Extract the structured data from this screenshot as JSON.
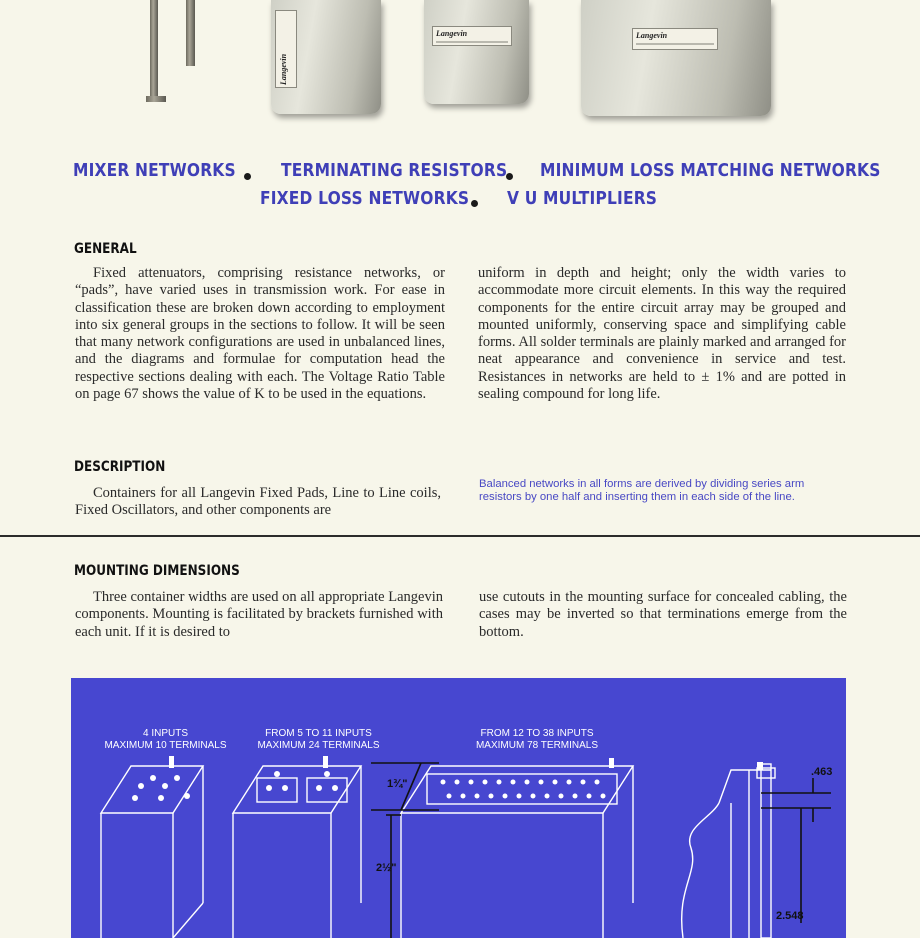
{
  "headline": {
    "items_row1": [
      "MIXER NETWORKS",
      "TERMINATING RESISTORS",
      "MINIMUM LOSS MATCHING NETWORKS"
    ],
    "items_row2": [
      "FIXED LOSS NETWORKS",
      "V U MULTIPLIERS"
    ]
  },
  "photos": {
    "brand": "Langevin"
  },
  "general": {
    "title": "GENERAL",
    "left_text": "Fixed attenuators, comprising resistance networks, or “pads”, have varied uses in transmission work. For ease in classification these are broken down according to employment into six general groups in the sections to follow. It will be seen that many network configurations are used in unbalanced lines, and the diagrams and formulae for computation head the respective sections dealing with each. The Voltage Ratio Table on page 67 shows the value of K to be used in the equations.",
    "right_text": "uniform in depth and height; only the width varies to accommodate more circuit elements. In this way the required components for the entire circuit array may be grouped and mounted uniformly, conserving space and simplifying cable forms. All solder terminals are plainly marked and arranged for neat appearance and convenience in service and test. Resistances in networks are held to ± 1% and are potted in sealing compound for long life."
  },
  "description": {
    "title": "DESCRIPTION",
    "text": "Containers for all Langevin Fixed Pads, Line to Line coils, Fixed Oscillators, and other components are",
    "note": "Balanced networks in all forms are derived by dividing series arm resistors by one half and inserting them in each side of the line."
  },
  "mounting": {
    "title": "MOUNTING DIMENSIONS",
    "left_text": "Three container widths are used on all appropriate Langevin components. Mounting is facilitated by brackets furnished with each unit. If it is desired to",
    "right_text": "use cutouts in the mounting surface for concealed cabling, the cases may be inverted so that terminations emerge from the bottom."
  },
  "diagram": {
    "labels": [
      {
        "line1": "4  INPUTS",
        "line2": "MAXIMUM  10  TERMINALS"
      },
      {
        "line1": "FROM  5  TO  11  INPUTS",
        "line2": "MAXIMUM  24  TERMINALS"
      },
      {
        "line1": "FROM  12  TO  38  INPUTS",
        "line2": "MAXIMUM  78  TERMINALS"
      }
    ],
    "dimensions": {
      "top_height": "1¾\"",
      "body_height": "2½\"",
      "bracket_offset": ".463",
      "bracket_height": "2.548"
    }
  }
}
